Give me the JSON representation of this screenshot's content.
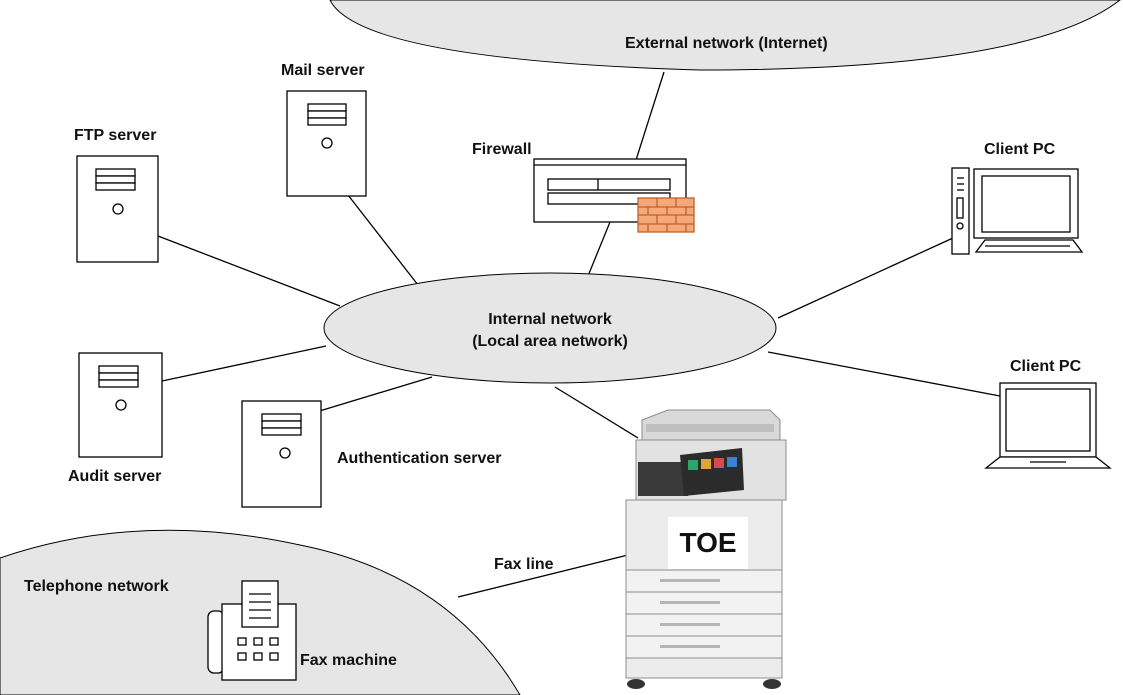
{
  "labels": {
    "external_network": "External network (Internet)",
    "internal_network_line1": "Internal network",
    "internal_network_line2": "(Local area network)",
    "telephone_network": "Telephone network",
    "mail_server": "Mail server",
    "ftp_server": "FTP server",
    "audit_server": "Audit server",
    "authentication_server": "Authentication server",
    "firewall": "Firewall",
    "client_pc_desktop": "Client PC",
    "client_pc_laptop": "Client PC",
    "fax_line": "Fax line",
    "fax_machine": "Fax machine",
    "toe": "TOE"
  },
  "icons": {
    "server": "server-tower-icon",
    "firewall": "firewall-appliance-icon",
    "brick_wall": "brick-wall-icon",
    "desktop": "desktop-computer-icon",
    "laptop": "laptop-icon",
    "fax": "fax-machine-icon",
    "mfp": "multifunction-printer-icon"
  },
  "colors": {
    "network_fill": "#e6e6e6",
    "brick": "#f4a97a",
    "brick_stroke": "#c0622b",
    "line": "#000000"
  }
}
